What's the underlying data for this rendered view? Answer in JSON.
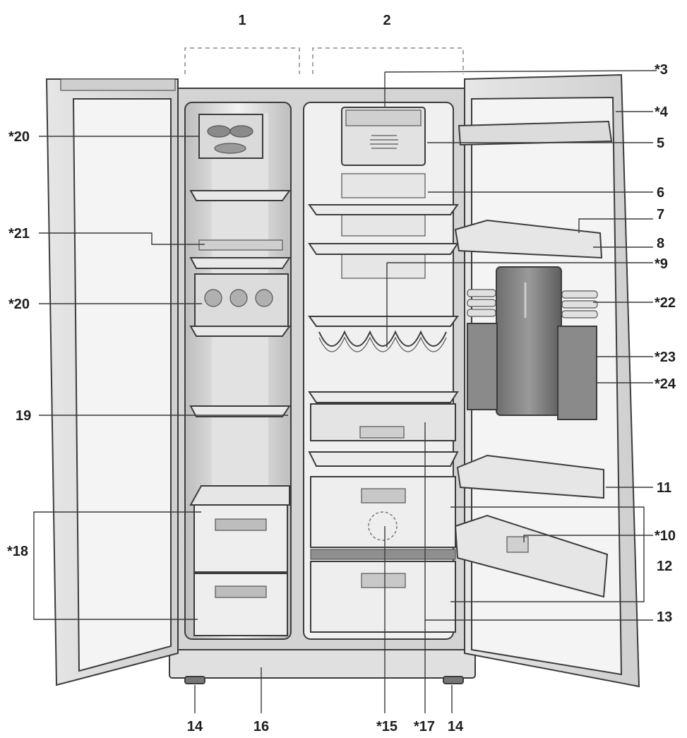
{
  "diagram": {
    "compartment_labels": [
      "1",
      "2"
    ],
    "callouts": [
      {
        "id": "c1",
        "text": "1"
      },
      {
        "id": "c2",
        "text": "2"
      },
      {
        "id": "c3",
        "text": "*3"
      },
      {
        "id": "c4",
        "text": "*4"
      },
      {
        "id": "c5",
        "text": "5"
      },
      {
        "id": "c6",
        "text": "6"
      },
      {
        "id": "c7",
        "text": "7"
      },
      {
        "id": "c8",
        "text": "8"
      },
      {
        "id": "c9",
        "text": "*9"
      },
      {
        "id": "c10",
        "text": "*10"
      },
      {
        "id": "c11",
        "text": "11"
      },
      {
        "id": "c12",
        "text": "12"
      },
      {
        "id": "c13",
        "text": "13"
      },
      {
        "id": "c14a",
        "text": "14"
      },
      {
        "id": "c14b",
        "text": "14"
      },
      {
        "id": "c15",
        "text": "*15"
      },
      {
        "id": "c16",
        "text": "16"
      },
      {
        "id": "c17",
        "text": "*17"
      },
      {
        "id": "c18",
        "text": "*18"
      },
      {
        "id": "c19",
        "text": "19"
      },
      {
        "id": "c20a",
        "text": "*20"
      },
      {
        "id": "c20b",
        "text": "*20"
      },
      {
        "id": "c21",
        "text": "*21"
      },
      {
        "id": "c22",
        "text": "*22"
      },
      {
        "id": "c23",
        "text": "*23"
      },
      {
        "id": "c24",
        "text": "*24"
      }
    ]
  },
  "colors": {
    "outline": "#3c3c3c",
    "cabinet_gray": "#c8c8c8",
    "interior_light": "#ececec",
    "door_face": "#dcdcdc",
    "accent_shadow": "#7a7a7a"
  }
}
